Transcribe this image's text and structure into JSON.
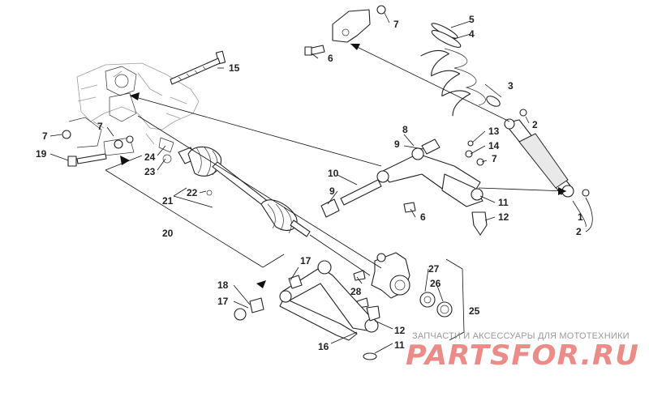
{
  "callouts": [
    "1",
    "2",
    "3",
    "4",
    "5",
    "6",
    "7",
    "8",
    "9",
    "10",
    "11",
    "12",
    "13",
    "14",
    "15",
    "16",
    "17",
    "18",
    "19",
    "20",
    "21",
    "22",
    "23",
    "24",
    "25",
    "26",
    "27",
    "28"
  ],
  "watermark": {
    "tagline": "ЗАПЧАСТИ И АКСЕССУАРЫ ДЛЯ МОТОТЕХНИКИ",
    "brand": "PARTSFOR.RU"
  }
}
